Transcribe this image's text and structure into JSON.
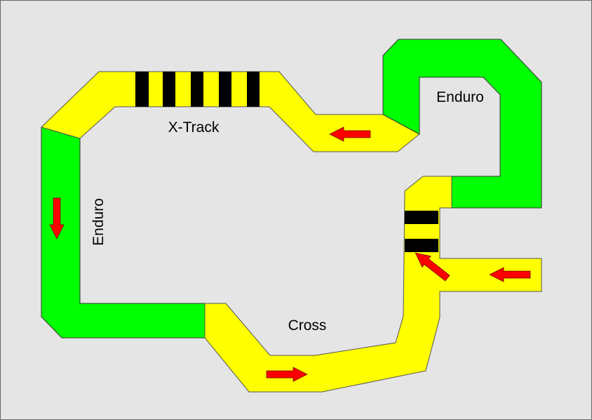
{
  "colors": {
    "background": "#e5e5e5",
    "cross_track": "#ffff00",
    "enduro_track": "#00ff00",
    "arrow": "#ff0000",
    "stripe": "#000000"
  },
  "labels": {
    "xtrack": "X-Track",
    "enduro_top": "Enduro",
    "enduro_left": "Enduro",
    "cross": "Cross"
  }
}
